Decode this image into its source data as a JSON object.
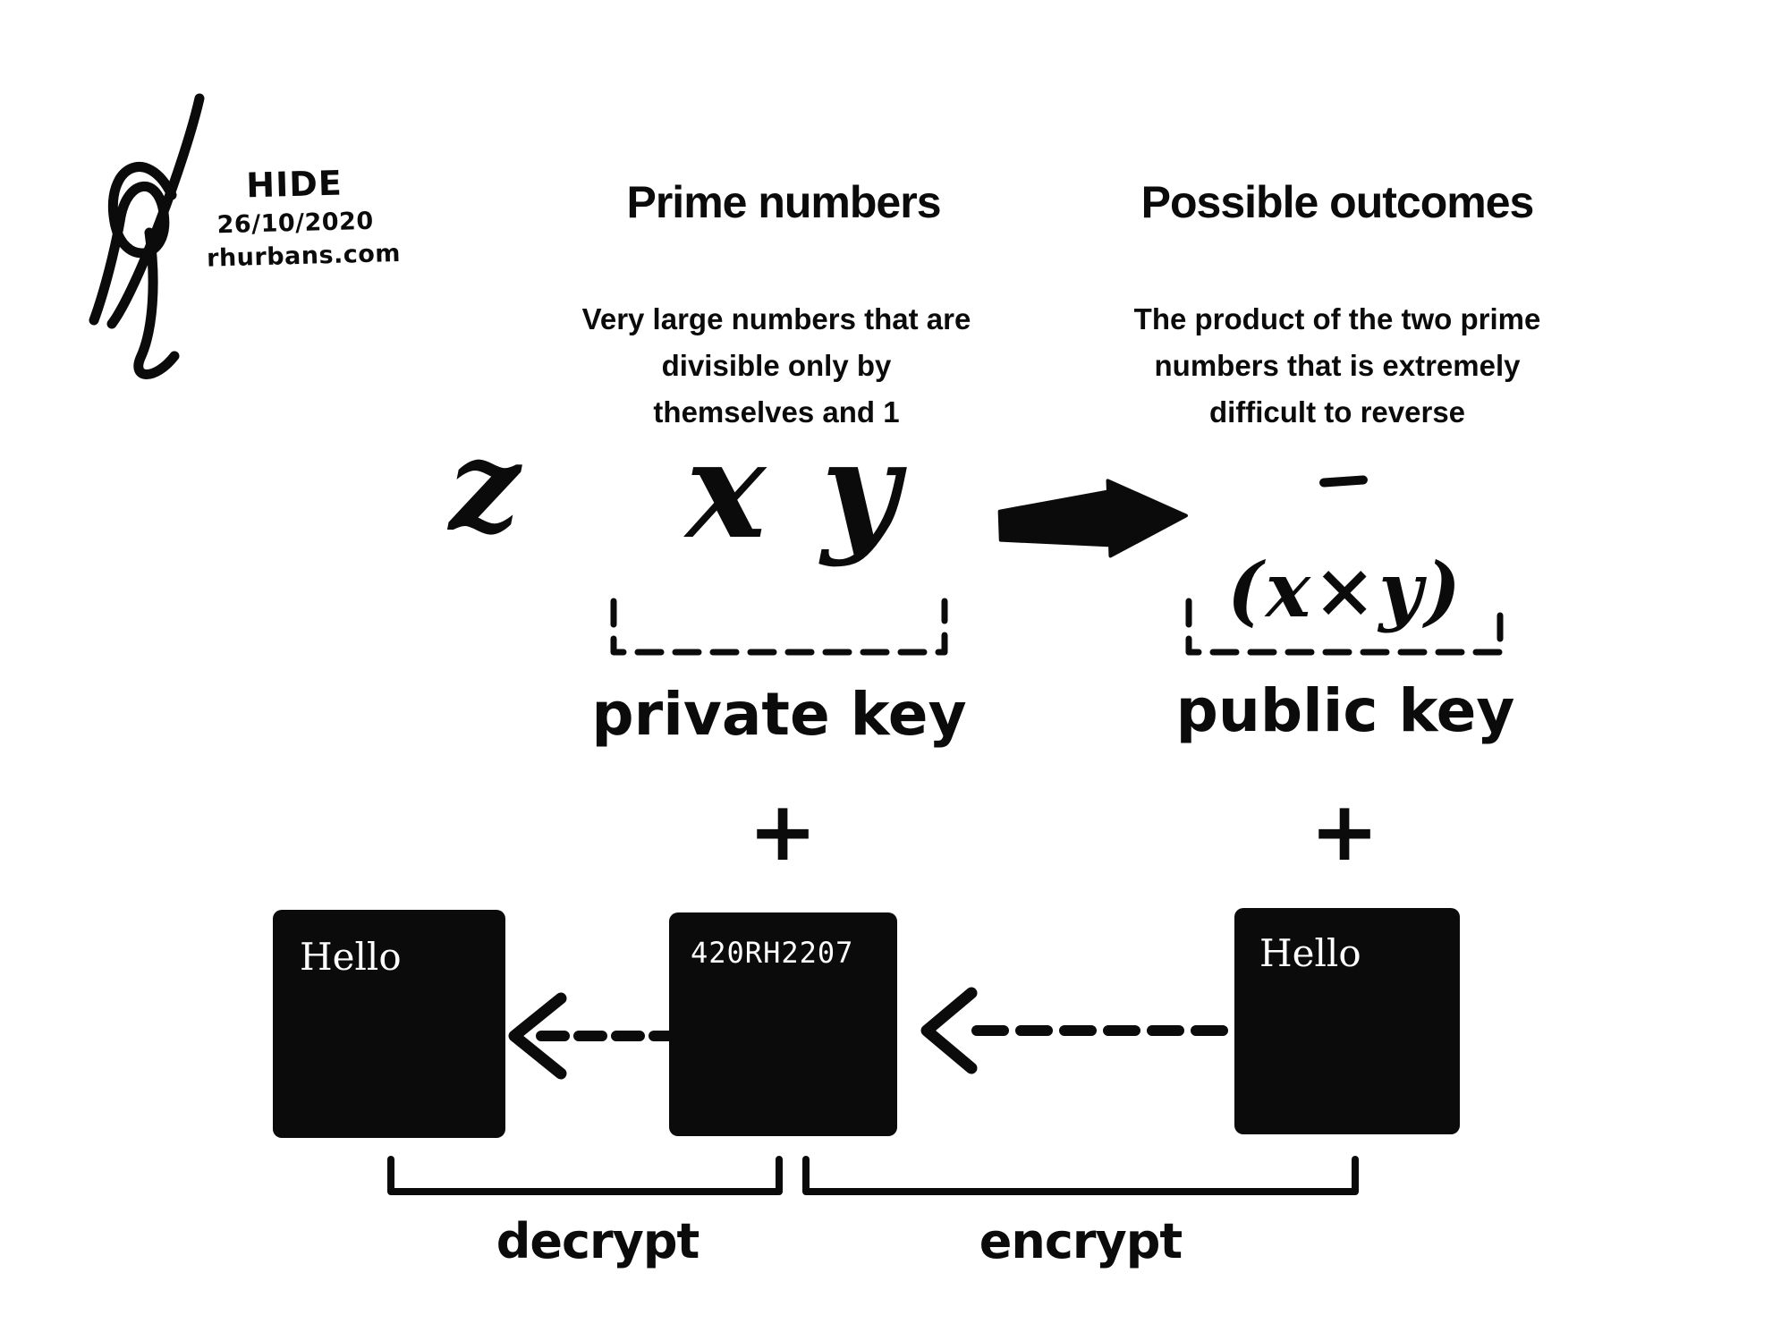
{
  "branding": {
    "logo": "signature-monogram",
    "title": "HIDE",
    "date": "26/10/2020",
    "website": "rhurbans.com"
  },
  "primes": {
    "heading": "Prime numbers",
    "desc_lines": [
      "Very large numbers that are",
      "divisible only by",
      "themselves and 1"
    ],
    "var_x": "x",
    "var_y": "y",
    "key_label": "private key",
    "plus": "+"
  },
  "outcomes": {
    "heading": "Possible outcomes",
    "desc_lines": [
      "The product of the two prime",
      "numbers that is extremely",
      "difficult to reverse"
    ],
    "var_z": "z",
    "formula": "(x×y)",
    "key_label": "public key",
    "plus": "+"
  },
  "flow": {
    "decrypted_box_label": "Hello",
    "cipher_box_label": "420RH2207",
    "original_box_label": "Hello",
    "decrypt_label": "decrypt",
    "encrypt_label": "encrypt"
  },
  "colors": {
    "ink": "#0b0b0b",
    "background": "#ffffff",
    "box_fill": "#0b0b0b",
    "box_text": "#ffffff"
  }
}
